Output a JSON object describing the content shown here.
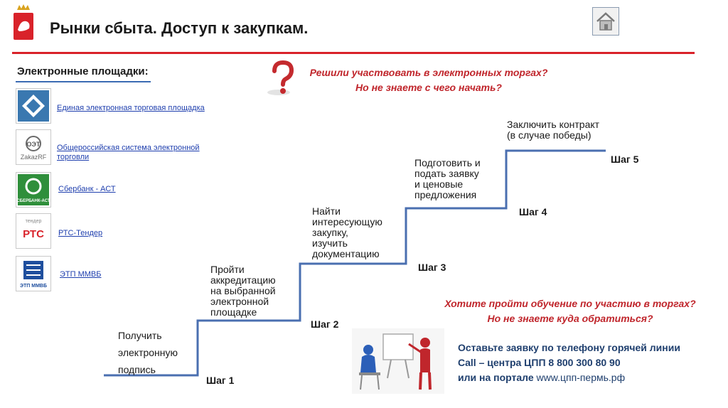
{
  "header": {
    "title": "Рынки сбыта. Доступ к закупкам.",
    "home_icon": "home-icon",
    "coat_of_arms": "perm-coat-of-arms"
  },
  "sidebar": {
    "heading": "Электронные площадки:",
    "platforms": [
      {
        "label": "Единая электронная торговая площадка",
        "logo": "roseltorg-logo"
      },
      {
        "label": "Общероссийская система электронной торговли",
        "logo": "zakazrf-logo",
        "logo_text": "ZakazRF"
      },
      {
        "label": "Сбербанк - АСТ",
        "logo": "sberbank-ast-logo",
        "logo_text": "СБЕРБАНК-АСТ"
      },
      {
        "label": "РТС-Тендер",
        "logo": "rts-tender-logo",
        "logo_text": "РТС"
      },
      {
        "label": "ЭТП ММВБ",
        "logo": "etp-mmvb-logo",
        "logo_text": "ЭТП ММВБ"
      }
    ]
  },
  "question": {
    "line1": "Решили участвовать в электронных торгах?",
    "line2": "Но не знаете с чего начать?"
  },
  "steps": [
    {
      "label": "Шаг 1",
      "lines": [
        "Получить",
        "электронную",
        "подпись"
      ]
    },
    {
      "label": "Шаг 2",
      "lines": [
        "Пройти",
        "аккредитацию",
        "на выбранной",
        "электронной",
        "площадке"
      ]
    },
    {
      "label": "Шаг 3",
      "lines": [
        "Найти",
        "интересующую",
        "закупку,",
        "изучить",
        "документацию"
      ]
    },
    {
      "label": "Шаг 4",
      "lines": [
        "Подготовить и",
        "подать заявку",
        "и ценовые",
        "предложения"
      ]
    },
    {
      "label": "Шаг 5",
      "lines": [
        "Заключить контракт",
        "(в случае победы)"
      ]
    }
  ],
  "training": {
    "line1": "Хотите пройти обучение по участию в торгах?",
    "line2": "Но не знаете куда обратиться?"
  },
  "contact": {
    "line1": "Оставьте заявку  по телефону горячей линии",
    "line2": "Call – центра ЦПП 8 800 300 80 90",
    "line3_prefix": "или на портале ",
    "line3_site": "www.цпп-пермь.рф"
  },
  "colors": {
    "accent_red": "#d9222a",
    "link_blue": "#1f3fae",
    "stair_blue": "#4a6fb0",
    "contact_blue": "#1f3f6e"
  }
}
